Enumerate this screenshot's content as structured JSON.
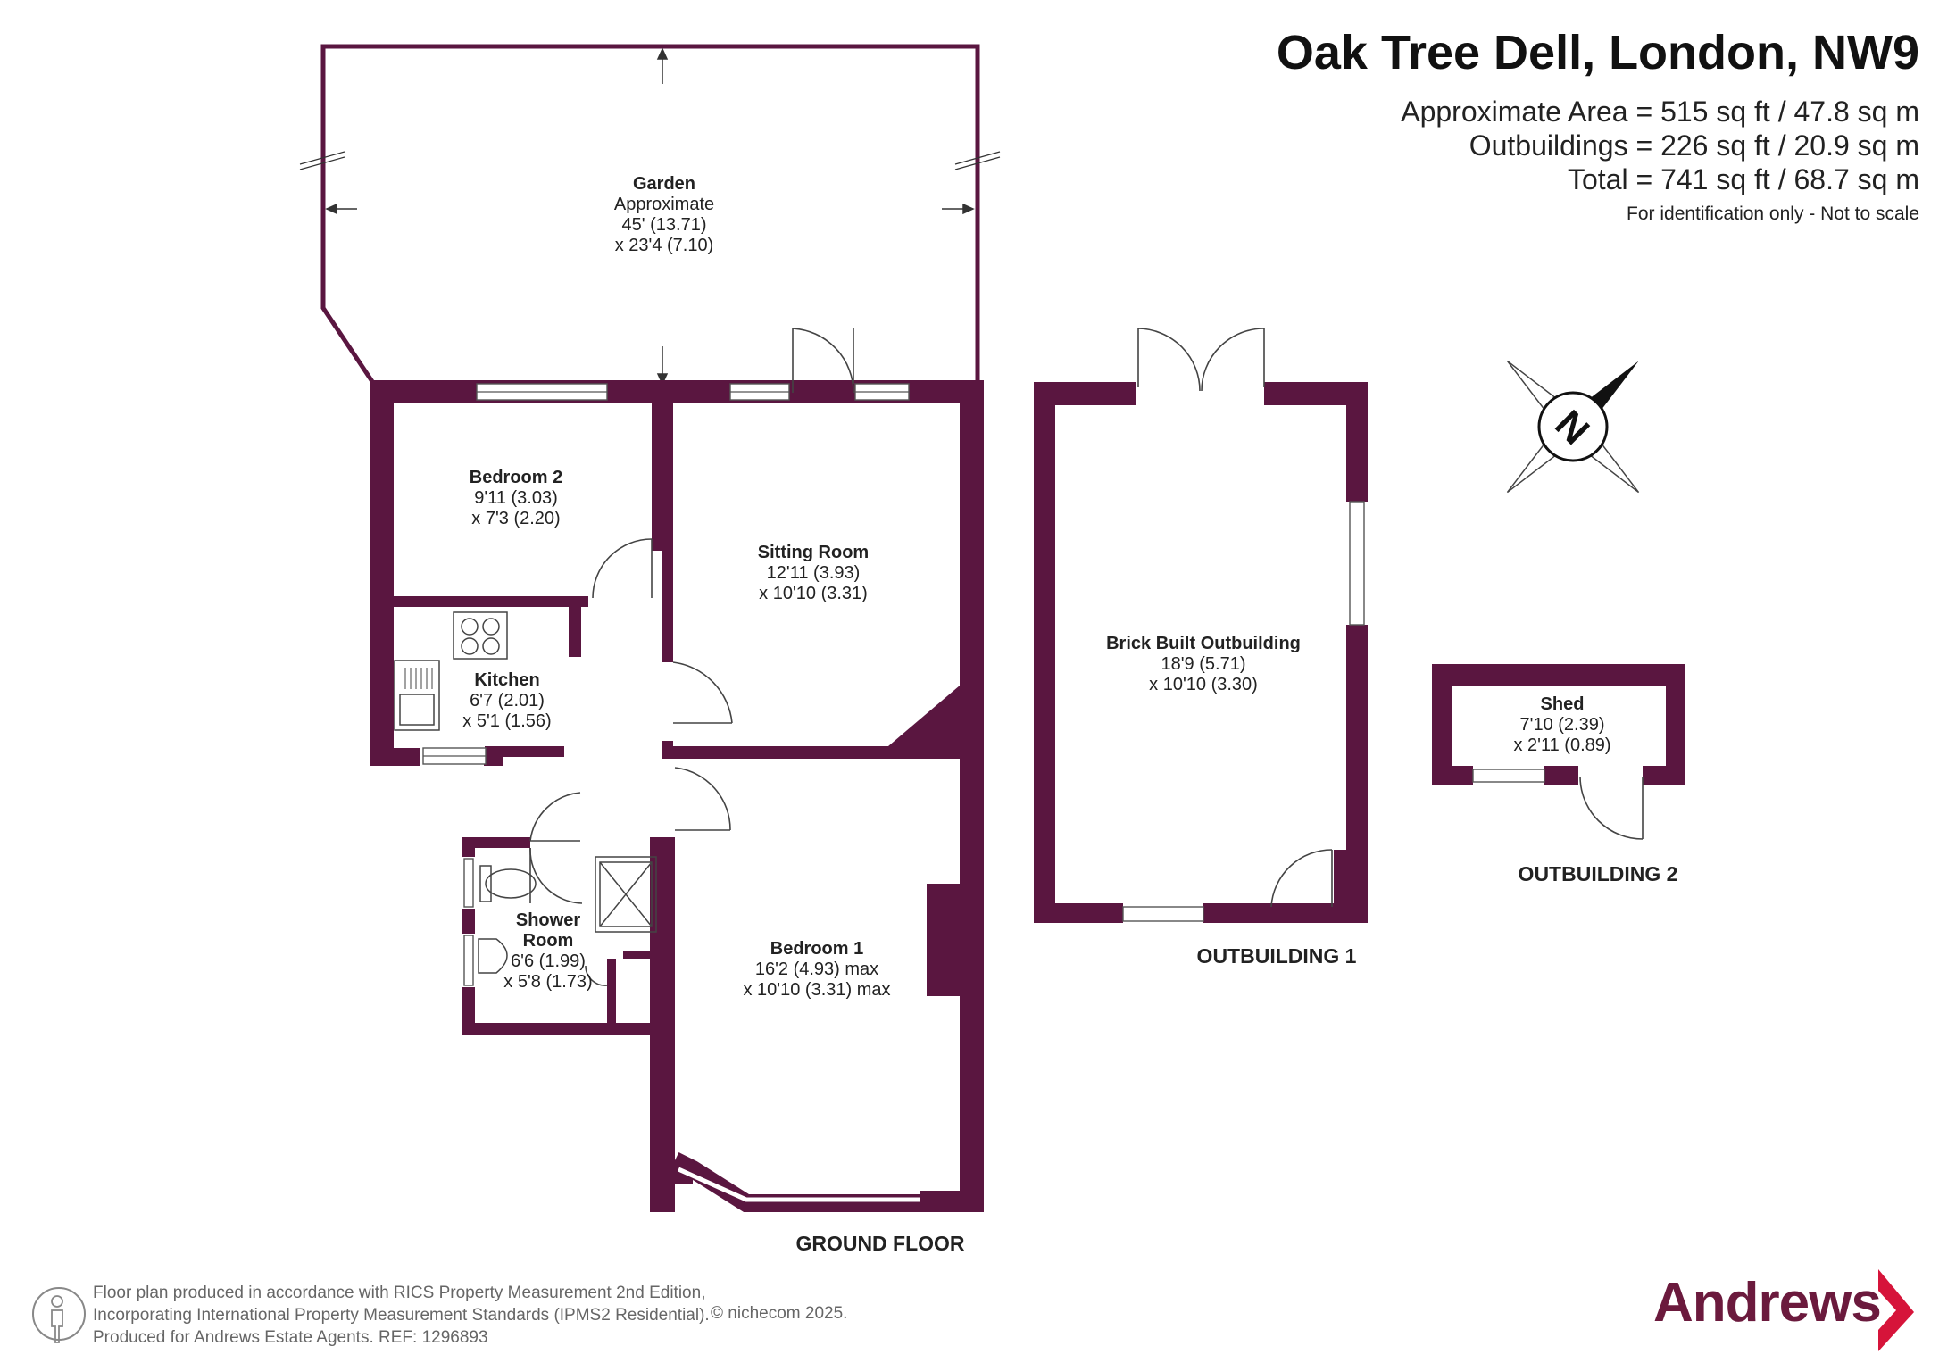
{
  "header": {
    "title": "Oak Tree Dell, London, NW9",
    "approx_area": "Approximate Area = 515 sq ft / 47.8 sq m",
    "outbuildings_area": "Outbuildings = 226 sq ft / 20.9 sq m",
    "total_area": "Total = 741 sq ft / 68.7 sq m",
    "note": "For identification only - Not to scale"
  },
  "colors": {
    "wall": "#5a1640",
    "brand": "#6b1a3d",
    "arrow_red": "#d6143a"
  },
  "rooms": {
    "garden": {
      "name": "Garden",
      "line1": "Approximate",
      "line2": "45' (13.71)",
      "line3": "x 23'4 (7.10)"
    },
    "bedroom2": {
      "name": "Bedroom 2",
      "line1": "9'11 (3.03)",
      "line2": "x 7'3 (2.20)"
    },
    "sitting": {
      "name": "Sitting Room",
      "line1": "12'11 (3.93)",
      "line2": "x 10'10 (3.31)"
    },
    "kitchen": {
      "name": "Kitchen",
      "line1": "6'7 (2.01)",
      "line2": "x 5'1 (1.56)"
    },
    "shower": {
      "name": "Shower",
      "name2": "Room",
      "line1": "6'6 (1.99)",
      "line2": "x 5'8 (1.73)"
    },
    "bedroom1": {
      "name": "Bedroom 1",
      "line1": "16'2 (4.93) max",
      "line2": "x 10'10 (3.31) max"
    },
    "outbuilding": {
      "name": "Brick Built Outbuilding",
      "line1": "18'9 (5.71)",
      "line2": "x 10'10 (3.30)"
    },
    "shed": {
      "name": "Shed",
      "line1": "7'10 (2.39)",
      "line2": "x 2'11 (0.89)"
    }
  },
  "floor_labels": {
    "ground": "GROUND FLOOR",
    "out1": "OUTBUILDING 1",
    "out2": "OUTBUILDING 2"
  },
  "compass": {
    "label": "N",
    "icon": "compass-icon"
  },
  "footer": {
    "line1": "Floor plan produced in accordance with RICS Property Measurement 2nd Edition,",
    "line2": "Incorporating International Property Measurement Standards (IPMS2 Residential).",
    "line3": "Produced for Andrews Estate Agents.   REF: 1296893",
    "copyright": "© nichecom 2025."
  },
  "brand": {
    "name": "Andrews"
  }
}
